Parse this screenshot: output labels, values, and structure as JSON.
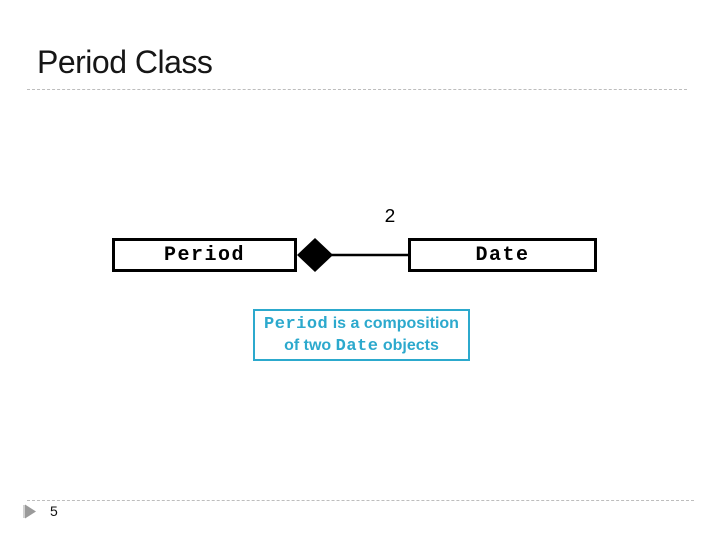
{
  "slide": {
    "title": "Period Class",
    "page_number": "5"
  },
  "diagram": {
    "type": "uml-class-composition",
    "nodes": [
      {
        "id": "period",
        "label": "Period"
      },
      {
        "id": "date",
        "label": "Date"
      }
    ],
    "edge": {
      "from": "Period",
      "to": "Date",
      "kind": "composition",
      "multiplicity": "2"
    }
  },
  "callout": {
    "line1": {
      "code": "Period",
      "rest": " is a composition"
    },
    "line2": {
      "pre": "of two ",
      "code": "Date",
      "post": " objects"
    }
  },
  "colors": {
    "accent_cyan": "#2CA9CD",
    "diagram_black": "#000000",
    "divider_gray": "#BDBDBD",
    "arrow_gray": "#9A9A9A",
    "background": "#FFFFFF"
  },
  "icons": {
    "composition_diamond": "filled-diamond",
    "footer_arrow": "right-triangle"
  }
}
